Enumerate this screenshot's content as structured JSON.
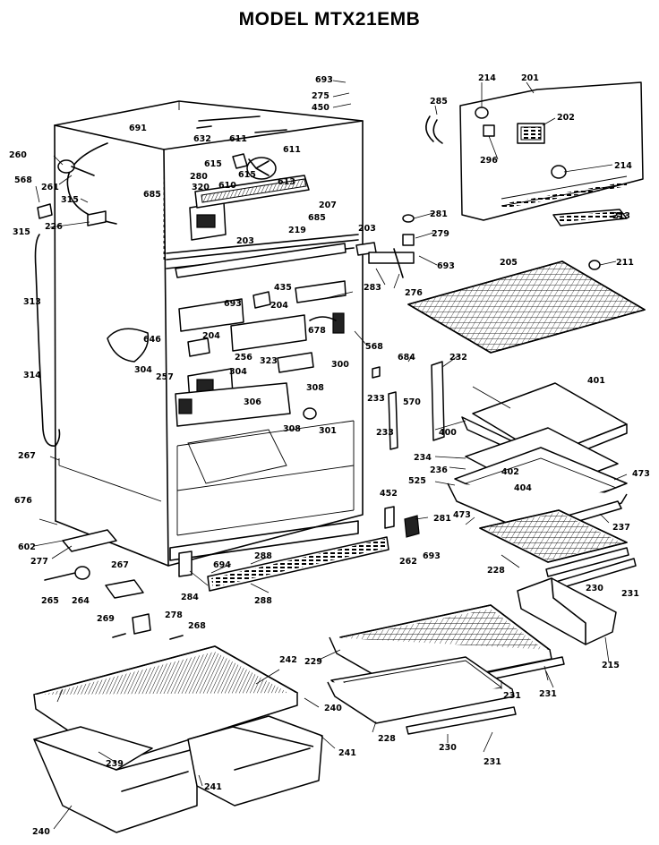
{
  "title": "MODEL MTX21EMB",
  "callouts": [
    {
      "id": "c693a",
      "label": "693"
    },
    {
      "id": "c275",
      "label": "275"
    },
    {
      "id": "c450",
      "label": "450"
    },
    {
      "id": "c214a",
      "label": "214"
    },
    {
      "id": "c201",
      "label": "201"
    },
    {
      "id": "c285",
      "label": "285"
    },
    {
      "id": "c202",
      "label": "202"
    },
    {
      "id": "c296",
      "label": "296"
    },
    {
      "id": "c214b",
      "label": "214"
    },
    {
      "id": "c213",
      "label": "213"
    },
    {
      "id": "c691",
      "label": "691"
    },
    {
      "id": "c632",
      "label": "632"
    },
    {
      "id": "c611a",
      "label": "611"
    },
    {
      "id": "c611b",
      "label": "611"
    },
    {
      "id": "c615a",
      "label": "615"
    },
    {
      "id": "c615b",
      "label": "615"
    },
    {
      "id": "c610",
      "label": "610"
    },
    {
      "id": "c613",
      "label": "613"
    },
    {
      "id": "c260",
      "label": "260"
    },
    {
      "id": "c280",
      "label": "280"
    },
    {
      "id": "c320",
      "label": "320"
    },
    {
      "id": "c261",
      "label": "261"
    },
    {
      "id": "c685a",
      "label": "685"
    },
    {
      "id": "c685b",
      "label": "685"
    },
    {
      "id": "c207",
      "label": "207"
    },
    {
      "id": "c568a",
      "label": "568"
    },
    {
      "id": "c315a",
      "label": "315"
    },
    {
      "id": "c315b",
      "label": "315"
    },
    {
      "id": "c226",
      "label": "226"
    },
    {
      "id": "c219",
      "label": "219"
    },
    {
      "id": "c203a",
      "label": "203"
    },
    {
      "id": "c203b",
      "label": "203"
    },
    {
      "id": "c281a",
      "label": "281"
    },
    {
      "id": "c279",
      "label": "279"
    },
    {
      "id": "c693b",
      "label": "693"
    },
    {
      "id": "c205",
      "label": "205"
    },
    {
      "id": "c211",
      "label": "211"
    },
    {
      "id": "c313",
      "label": "313"
    },
    {
      "id": "c693c",
      "label": "693"
    },
    {
      "id": "c435",
      "label": "435"
    },
    {
      "id": "c204a",
      "label": "204"
    },
    {
      "id": "c283",
      "label": "283"
    },
    {
      "id": "c276",
      "label": "276"
    },
    {
      "id": "c646",
      "label": "646"
    },
    {
      "id": "c204b",
      "label": "204"
    },
    {
      "id": "c678",
      "label": "678"
    },
    {
      "id": "c568b",
      "label": "568"
    },
    {
      "id": "c256",
      "label": "256"
    },
    {
      "id": "c304a",
      "label": "304"
    },
    {
      "id": "c304b",
      "label": "304"
    },
    {
      "id": "c323",
      "label": "323"
    },
    {
      "id": "c257",
      "label": "257"
    },
    {
      "id": "c300",
      "label": "300"
    },
    {
      "id": "c684",
      "label": "684"
    },
    {
      "id": "c232",
      "label": "232"
    },
    {
      "id": "c314",
      "label": "314"
    },
    {
      "id": "c308a",
      "label": "308"
    },
    {
      "id": "c306",
      "label": "306"
    },
    {
      "id": "c233a",
      "label": "233"
    },
    {
      "id": "c570",
      "label": "570"
    },
    {
      "id": "c401",
      "label": "401"
    },
    {
      "id": "c308b",
      "label": "308"
    },
    {
      "id": "c301",
      "label": "301"
    },
    {
      "id": "c233b",
      "label": "233"
    },
    {
      "id": "c400",
      "label": "400"
    },
    {
      "id": "c267a",
      "label": "267"
    },
    {
      "id": "c234",
      "label": "234"
    },
    {
      "id": "c236",
      "label": "236"
    },
    {
      "id": "c402",
      "label": "402"
    },
    {
      "id": "c473a",
      "label": "473"
    },
    {
      "id": "c525",
      "label": "525"
    },
    {
      "id": "c404",
      "label": "404"
    },
    {
      "id": "c676",
      "label": "676"
    },
    {
      "id": "c452",
      "label": "452"
    },
    {
      "id": "c281b",
      "label": "281"
    },
    {
      "id": "c473b",
      "label": "473"
    },
    {
      "id": "c237",
      "label": "237"
    },
    {
      "id": "c602",
      "label": "602"
    },
    {
      "id": "c277",
      "label": "277"
    },
    {
      "id": "c288a",
      "label": "288"
    },
    {
      "id": "c694",
      "label": "694"
    },
    {
      "id": "c262",
      "label": "262"
    },
    {
      "id": "c693d",
      "label": "693"
    },
    {
      "id": "c228a",
      "label": "228"
    },
    {
      "id": "c267b",
      "label": "267"
    },
    {
      "id": "c230a",
      "label": "230"
    },
    {
      "id": "c231a",
      "label": "231"
    },
    {
      "id": "c265",
      "label": "265"
    },
    {
      "id": "c264",
      "label": "264"
    },
    {
      "id": "c284",
      "label": "284"
    },
    {
      "id": "c288b",
      "label": "288"
    },
    {
      "id": "c269",
      "label": "269"
    },
    {
      "id": "c278",
      "label": "278"
    },
    {
      "id": "c268",
      "label": "268"
    },
    {
      "id": "c215",
      "label": "215"
    },
    {
      "id": "c242",
      "label": "242"
    },
    {
      "id": "c229",
      "label": "229"
    },
    {
      "id": "c231b",
      "label": "231"
    },
    {
      "id": "c231c",
      "label": "231"
    },
    {
      "id": "c240a",
      "label": "240"
    },
    {
      "id": "c228b",
      "label": "228"
    },
    {
      "id": "c230b",
      "label": "230"
    },
    {
      "id": "c231d",
      "label": "231"
    },
    {
      "id": "c239",
      "label": "239"
    },
    {
      "id": "c241a",
      "label": "241"
    },
    {
      "id": "c241b",
      "label": "241"
    },
    {
      "id": "c240b",
      "label": "240"
    }
  ]
}
